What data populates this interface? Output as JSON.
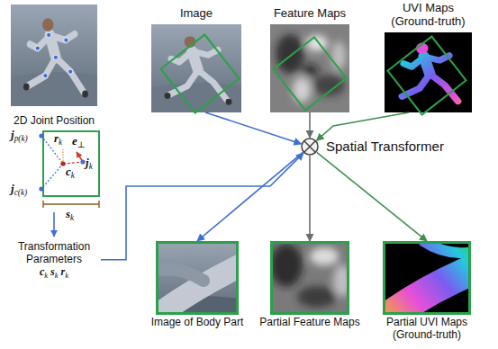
{
  "diagram": {
    "nodes": [
      {
        "text": [
          "2D Joint Position"
        ]
      },
      {
        "text": [
          "Image"
        ]
      },
      {
        "text": [
          "Feature Maps"
        ]
      },
      {
        "text": [
          "UVI Maps (Ground-truth)"
        ]
      },
      {
        "text": [
          "Spatial Transformer"
        ]
      },
      {
        "text": [
          "Transformation Parameters",
          "ck sk rk"
        ]
      },
      {
        "text": [
          "Image of Body Part"
        ]
      },
      {
        "text": [
          "Partial Feature Maps"
        ]
      },
      {
        "text": [
          "Partial UVI Maps (Ground-truth)"
        ]
      }
    ],
    "edges": [
      {
        "from": 1,
        "to": 4,
        "arrow": "to"
      },
      {
        "from": 2,
        "to": 4,
        "arrow": "to"
      },
      {
        "from": 3,
        "to": 4,
        "arrow": "to"
      },
      {
        "from": 5,
        "to": 4,
        "arrow": "to"
      },
      {
        "from": 4,
        "to": 6,
        "arrow": "to"
      },
      {
        "from": 4,
        "to": 7,
        "arrow": "to"
      },
      {
        "from": 4,
        "to": 8,
        "arrow": "to"
      }
    ],
    "labels": [
      "jp(k)",
      "rk",
      "e⊥",
      "ck",
      "jk",
      "jc(k)",
      "sk"
    ]
  }
}
